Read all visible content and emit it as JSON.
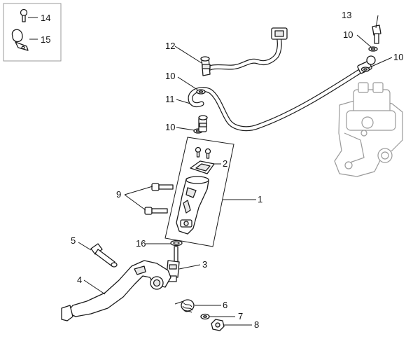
{
  "callouts": {
    "c1": "1",
    "c2": "2",
    "c3": "3",
    "c4": "4",
    "c5": "5",
    "c6": "6",
    "c7": "7",
    "c8": "8",
    "c9": "9",
    "c10a": "10",
    "c10b": "10",
    "c10c": "10",
    "c10d": "10",
    "c11": "11",
    "c12": "12",
    "c13": "13",
    "c14": "14",
    "c15": "15",
    "c16": "16"
  }
}
